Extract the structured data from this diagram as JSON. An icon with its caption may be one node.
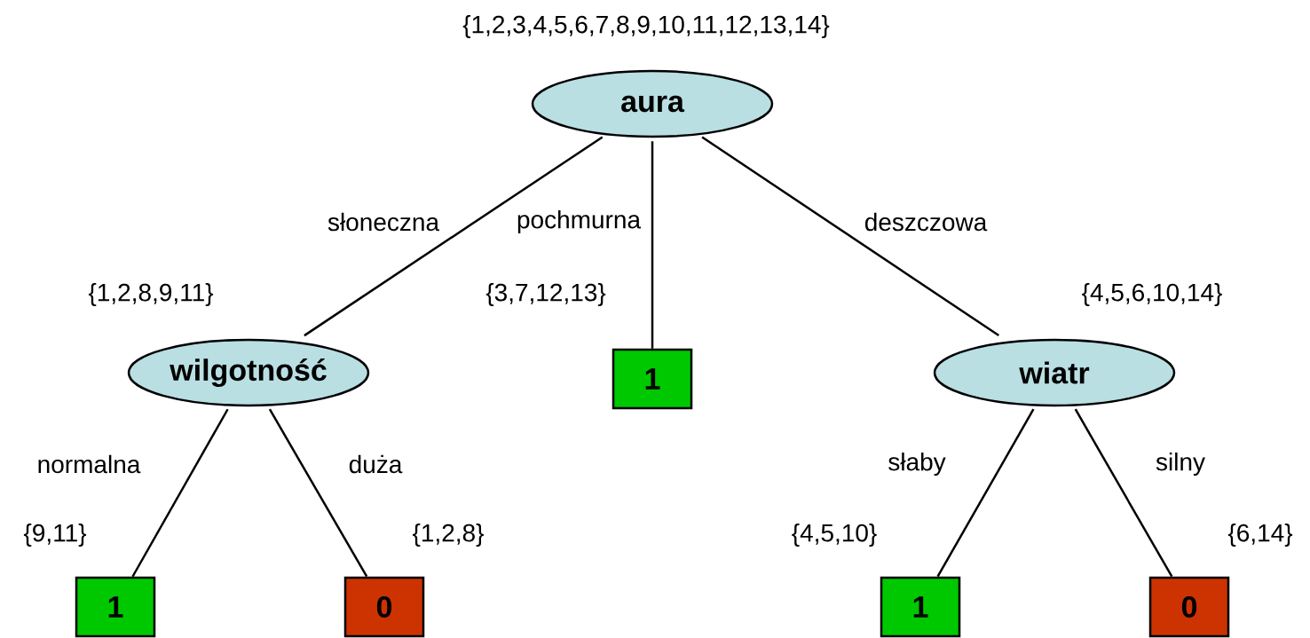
{
  "diagram": {
    "nodes": [
      {
        "text": [
          "aura"
        ],
        "beside": [
          "{1,2,3,4,5,6,7,8,9,10,11,12,13,14}"
        ]
      },
      {
        "text": [
          "wilgotność"
        ],
        "beside": [
          "{1,2,8,9,11}"
        ]
      },
      {
        "text": [
          "1"
        ],
        "beside": [
          "{3,7,12,13}"
        ]
      },
      {
        "text": [
          "wiatr"
        ],
        "beside": [
          "{4,5,6,10,14}"
        ]
      },
      {
        "text": [
          "1"
        ],
        "beside": [
          "{9,11}"
        ]
      },
      {
        "text": [
          "0"
        ],
        "beside": [
          "{1,2,8}"
        ]
      },
      {
        "text": [
          "1"
        ],
        "beside": [
          "{4,5,10}"
        ]
      },
      {
        "text": [
          "0"
        ],
        "beside": [
          "{6,14}"
        ]
      }
    ],
    "edges": [
      {
        "from": 0,
        "to": 1,
        "arrow": "none",
        "label": "słoneczna"
      },
      {
        "from": 0,
        "to": 2,
        "arrow": "none",
        "label": "pochmurna"
      },
      {
        "from": 0,
        "to": 3,
        "arrow": "none",
        "label": "deszczowa"
      },
      {
        "from": 1,
        "to": 4,
        "arrow": "none",
        "label": "normalna"
      },
      {
        "from": 1,
        "to": 5,
        "arrow": "none",
        "label": "duża"
      },
      {
        "from": 3,
        "to": 6,
        "arrow": "none",
        "label": "słaby"
      },
      {
        "from": 3,
        "to": 7,
        "arrow": "none",
        "label": "silny"
      }
    ]
  }
}
